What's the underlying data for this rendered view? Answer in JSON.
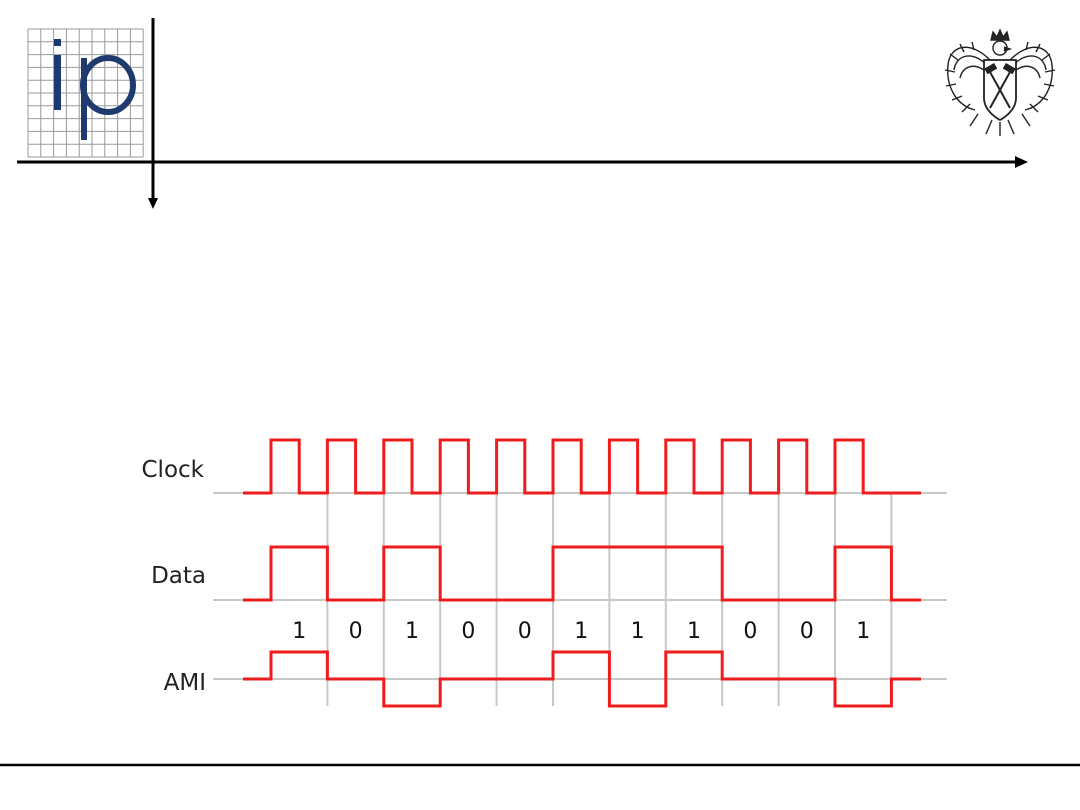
{
  "header": {
    "logo": {
      "text": "ip",
      "color": "#1f3a6e",
      "grid_color": "#9a9a9a"
    },
    "emblem": {
      "name": "university-eagle-emblem"
    }
  },
  "signals": {
    "labels": {
      "clock": "Clock",
      "data": "Data",
      "ami": "AMI"
    },
    "bits": [
      "1",
      "0",
      "1",
      "0",
      "0",
      "1",
      "1",
      "1",
      "0",
      "0",
      "1"
    ],
    "ami_levels": [
      1,
      0,
      -1,
      0,
      0,
      1,
      -1,
      1,
      0,
      0,
      -1
    ],
    "colors": {
      "trace": "#ee1c1c",
      "grid": "#c8c8c8",
      "baseline": "#c8c8c8"
    }
  }
}
